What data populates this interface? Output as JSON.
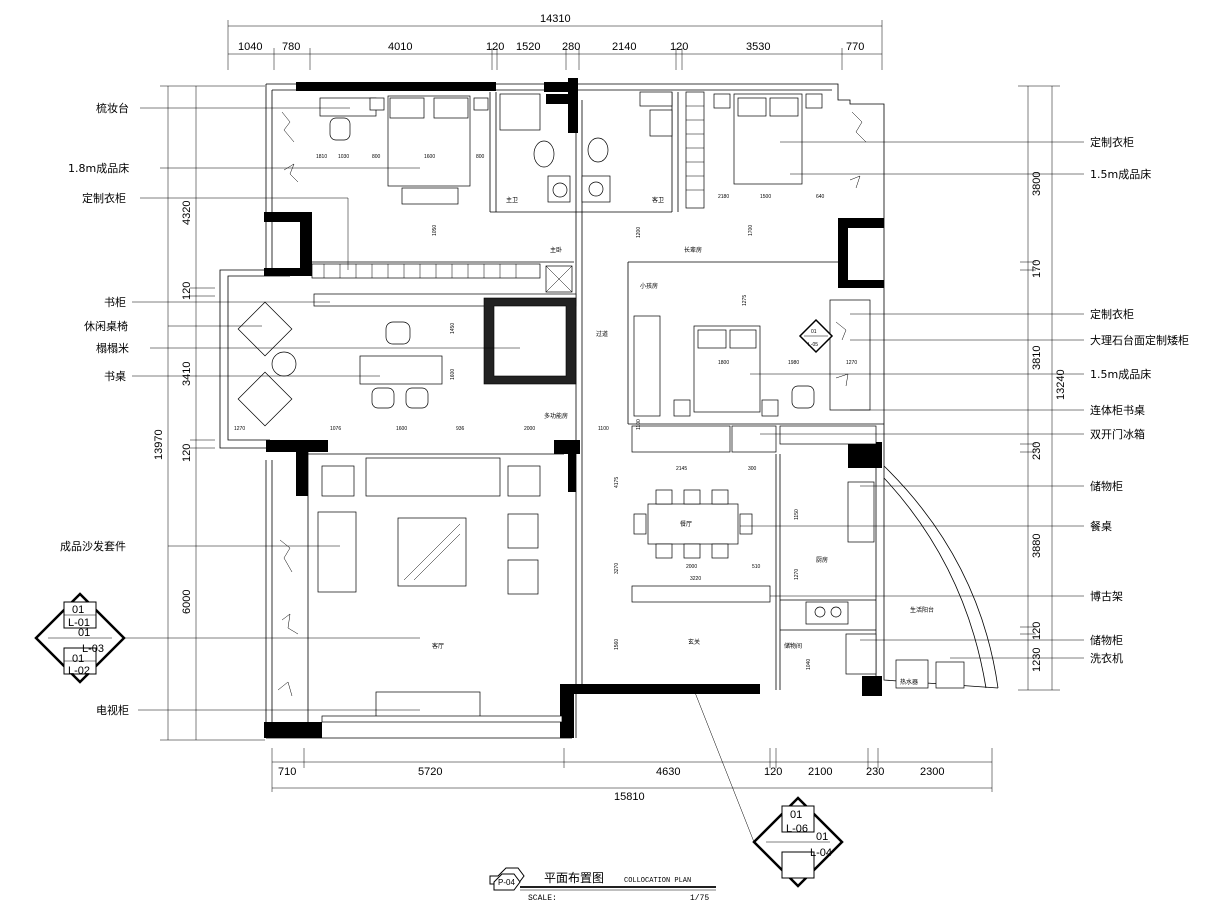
{
  "plan": {
    "title_cn": "平面布置图",
    "title_en": "COLLOCATION PLAN",
    "drawing_no": "P-04",
    "scale_label": "SCALE:",
    "scale_value": "1/75"
  },
  "dimensions": {
    "top_total": "14310",
    "top": [
      "1040",
      "780",
      "4010",
      "120",
      "1520",
      "280",
      "2140",
      "120",
      "3530",
      "770"
    ],
    "bottom_total": "15810",
    "bottom": [
      "710",
      "5720",
      "4630",
      "120",
      "2100",
      "230",
      "2300"
    ],
    "left_total": "13970",
    "left": [
      "4320",
      "120",
      "3410",
      "120",
      "6000"
    ],
    "right_total": "13240",
    "right": [
      "3800",
      "170",
      "3810",
      "230",
      "3880",
      "120",
      "1230"
    ]
  },
  "left_labels": [
    "梳妆台",
    "1.8m成品床",
    "定制衣柜",
    "书柜",
    "休闲桌椅",
    "榻榻米",
    "书桌",
    "成品沙发套件",
    "电视柜"
  ],
  "right_labels": [
    "定制衣柜",
    "1.5m成品床",
    "定制衣柜",
    "大理石台面定制矮柜",
    "1.5m成品床",
    "连体柜书桌",
    "双开门冰箱",
    "储物柜",
    "餐桌",
    "博古架",
    "储物柜",
    "洗衣机"
  ],
  "rooms": {
    "master_bath": "主卫",
    "guest_bath": "客卫",
    "master_bed": "主卧",
    "elder_bed": "长辈房",
    "kid_bed": "小孩房",
    "study": "多功能房",
    "corridor": "过道",
    "living": "客厅",
    "dining": "餐厅",
    "kitchen": "厨房",
    "entry": "玄关",
    "balcony": "生活阳台",
    "storage": "储物间",
    "water_heater": "热水器"
  },
  "callouts": {
    "left": {
      "c1": "01",
      "c2": "L-01",
      "c3": "01",
      "c4": "L-03",
      "c5": "01",
      "c6": "L-02"
    },
    "right": {
      "c1": "01",
      "c2": "L-05"
    },
    "bottom": {
      "c1": "01",
      "c2": "L-06",
      "c3": "01",
      "c4": "L-04"
    }
  },
  "inner_dims": [
    "1810",
    "1030",
    "800",
    "1600",
    "800",
    "1050",
    "1200",
    "1100",
    "1275",
    "2180",
    "1500",
    "1700",
    "640",
    "1270",
    "1450",
    "1800",
    "1980",
    "1270",
    "1600",
    "1076",
    "1600",
    "936",
    "2000",
    "1100",
    "2145",
    "300",
    "1150",
    "1270",
    "2000",
    "510",
    "3220",
    "1560",
    "4175",
    "3270",
    "1040"
  ]
}
